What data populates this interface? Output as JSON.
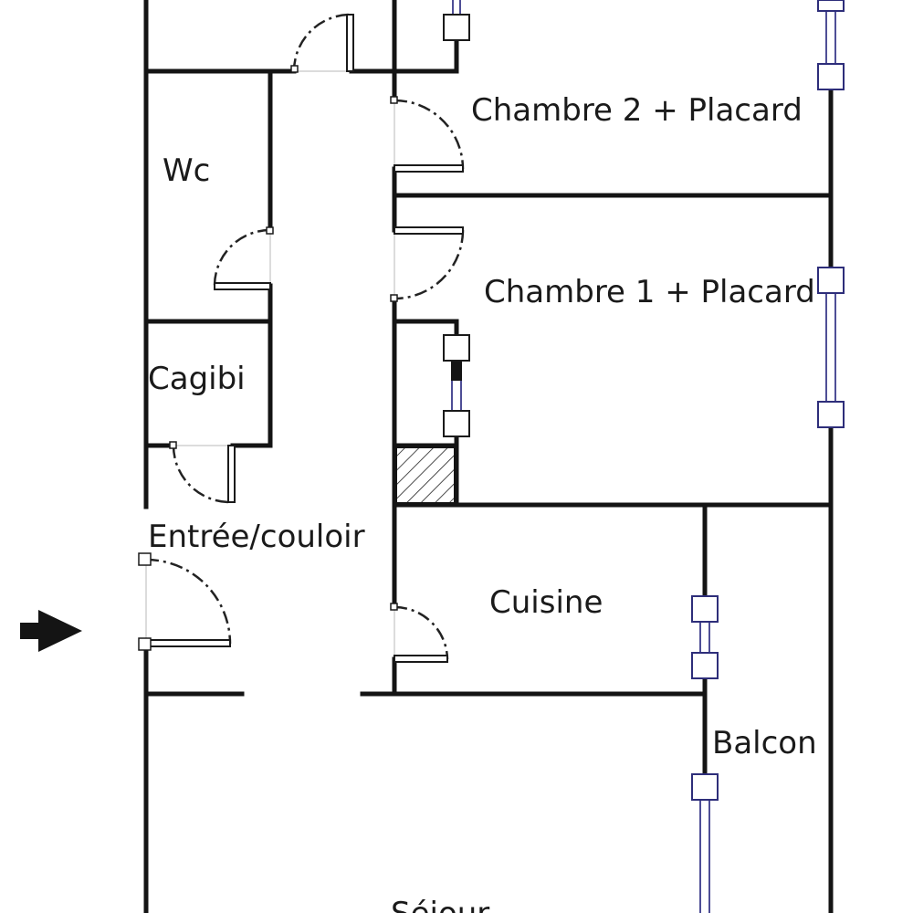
{
  "rooms": {
    "chambre2": "Chambre 2 + Placard",
    "wc": "Wc",
    "chambre1": "Chambre 1 + Placard",
    "cagibi": "Cagibi",
    "entree": "Entrée/couloir",
    "cuisine": "Cuisine",
    "balcon": "Balcon",
    "sejour": "Séjour"
  },
  "colors": {
    "wall": "#141414",
    "window": "#2e2e7a",
    "background": "#ffffff"
  },
  "icons": {
    "entrance": "arrow-right-icon"
  }
}
